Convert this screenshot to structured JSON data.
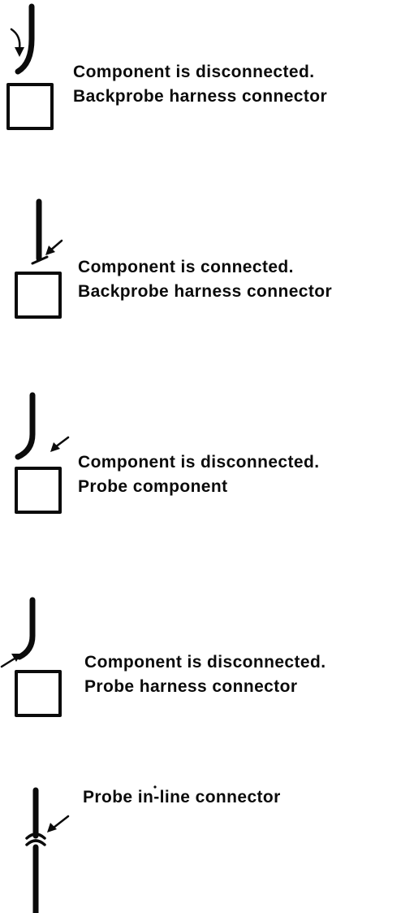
{
  "panels": [
    {
      "line1": "Component is disconnected.",
      "line2": "Backprobe harness connector"
    },
    {
      "line1": "Component is connected.",
      "line2": "Backprobe harness connector"
    },
    {
      "line1": "Component is disconnected.",
      "line2": "Probe component"
    },
    {
      "line1": "Component is disconnected.",
      "line2": "Probe harness connector"
    },
    {
      "line1": "Probe in-line connector"
    }
  ]
}
